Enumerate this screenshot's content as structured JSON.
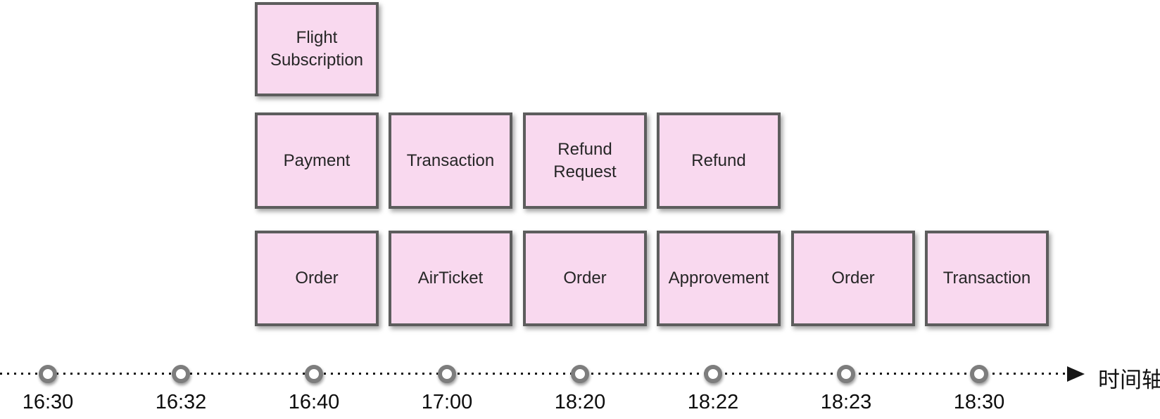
{
  "diagram": {
    "type": "timeline",
    "axis_label": "时间轴"
  },
  "timeline": {
    "times": [
      "16:30",
      "16:32",
      "16:40",
      "17:00",
      "18:20",
      "18:22",
      "18:23",
      "18:30"
    ]
  },
  "columns": [
    {
      "time": "16:40",
      "boxes": [
        "Order",
        "Payment",
        "Flight Subscription"
      ]
    },
    {
      "time": "17:00",
      "boxes": [
        "AirTicket",
        "Transaction"
      ]
    },
    {
      "time": "18:20",
      "boxes": [
        "Order",
        "Refund Request"
      ]
    },
    {
      "time": "18:22",
      "boxes": [
        "Approvement",
        "Refund"
      ]
    },
    {
      "time": "18:23",
      "boxes": [
        "Order"
      ]
    },
    {
      "time": "18:30",
      "boxes": [
        "Transaction"
      ]
    }
  ],
  "colors": {
    "box_fill": "#f9d9ef",
    "box_border": "#5d5d5d",
    "marker_ring": "#7d7d7d",
    "axis": "#161616"
  }
}
